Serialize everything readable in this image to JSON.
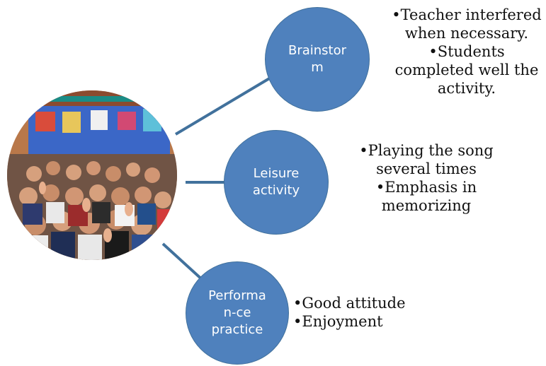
{
  "diagram": {
    "colors": {
      "node_fill": "#4f81bd",
      "node_border": "#41719c",
      "connector": "#41719c",
      "node_text": "#ffffff",
      "bullet_text": "#111111"
    },
    "center_image": {
      "description_icon": "classroom-photo-icon"
    },
    "nodes": [
      {
        "label": "Brainstor\nm",
        "bullets": [
          "•Teacher interfered\nwhen necessary.",
          "•Students\ncompleted well the\nactivity."
        ]
      },
      {
        "label": "Leisure\nactivity",
        "bullets": [
          "•Playing the song\nseveral times",
          "•Emphasis in\nmemorizing"
        ]
      },
      {
        "label": "Performa\nn-ce\npractice",
        "bullets": [
          "•Good attitude",
          "•Enjoyment"
        ]
      }
    ]
  }
}
